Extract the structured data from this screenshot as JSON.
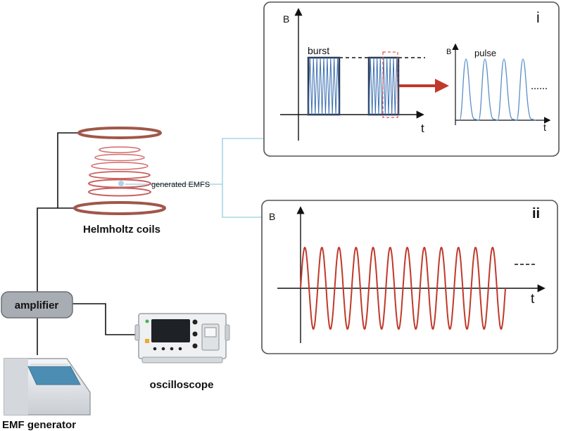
{
  "labels": {
    "helmholtz": "Helmholtz coils",
    "generated": "generated EMFS",
    "amplifier": "amplifier",
    "oscilloscope": "oscilloscope",
    "emf_generator": "EMF generator"
  },
  "panel_i": {
    "roman": "i",
    "axis_y": "B",
    "axis_x": "t",
    "burst": "burst",
    "inset_axis_y": "B",
    "inset_axis_x": "t",
    "pulse": "pulse"
  },
  "panel_ii": {
    "roman": "ii",
    "axis_y": "B",
    "axis_x": "t",
    "cycles_shown": 12
  },
  "colors": {
    "coil": "#a0574a",
    "coil_thin": "#d46a6a",
    "sine": "#c0392b",
    "burst_line": "#3b6fb0",
    "pulse": "#5b8fc9",
    "arrow": "#c0392b",
    "connector": "#a9d6e5",
    "panel_border": "#555555"
  }
}
